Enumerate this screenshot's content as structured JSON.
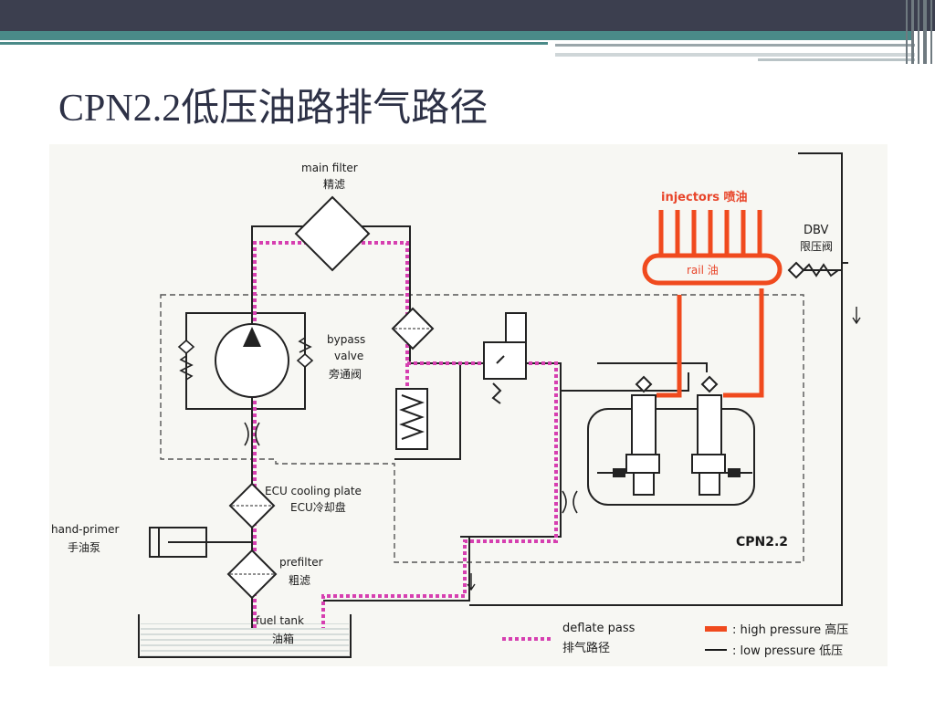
{
  "slide": {
    "title": "CPN2.2低压油路排气路径"
  },
  "diagram": {
    "labels": {
      "main_filter_en": "main filter",
      "main_filter_cn": "精滤",
      "injectors": "injectors 喷油",
      "rail": "rail 油",
      "dbv_en": "DBV",
      "dbv_cn": "限压阀",
      "bypass_en_1": "bypass",
      "bypass_en_2": "valve",
      "bypass_cn": "旁通阀",
      "ecu_en": "ECU cooling plate",
      "ecu_cn": "ECU冷却盘",
      "hand_primer_en": "hand-primer",
      "hand_primer_cn": "手油泵",
      "prefilter_en": "prefilter",
      "prefilter_cn": "粗滤",
      "fuel_tank_en": "fuel tank",
      "fuel_tank_cn": "油箱",
      "cpn": "CPN2.2"
    },
    "legend": {
      "deflate_en": "deflate pass",
      "deflate_cn": "排气路径",
      "high_pressure": ": high pressure 高压",
      "low_pressure": ": low pressure  低压"
    },
    "colors": {
      "deflate": "#d63fb0",
      "high_pressure": "#f04a1e",
      "low_pressure": "#1a1a1a",
      "injector_label": "#e8452a",
      "background": "#f7f7f3"
    }
  }
}
